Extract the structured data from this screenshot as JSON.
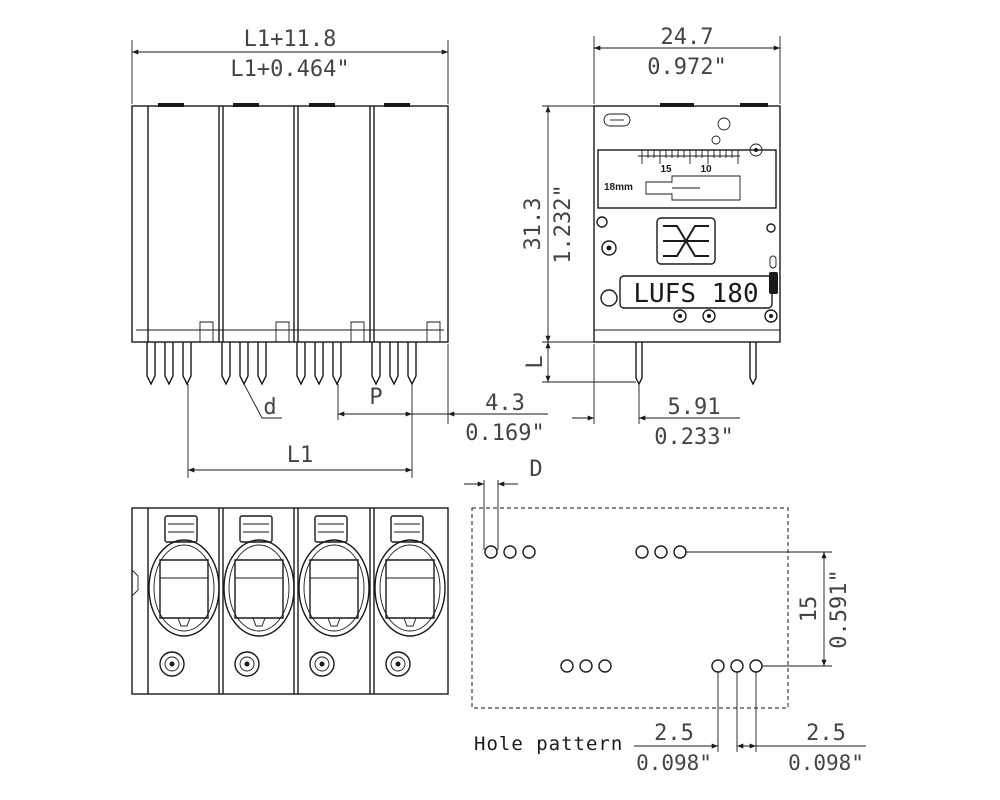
{
  "front_view": {
    "width_mm": "L1+11.8",
    "width_in": "L1+0.464\"",
    "pin_label": "d",
    "pitch_label": "P",
    "offset_mm": "4.3",
    "offset_in": "0.169\"",
    "length_label": "L1"
  },
  "side_view": {
    "width_mm": "24.7",
    "width_in": "0.972\"",
    "height_mm": "31.3",
    "height_in": "1.232\"",
    "pin_length_label": "L",
    "pin_offset_mm": "5.91",
    "pin_offset_in": "0.233\"",
    "scale_15": "15",
    "scale_10": "10",
    "strip_length": "18mm",
    "brand_text": "LUFS 180"
  },
  "hole_pattern": {
    "diameter_label": "D",
    "row_spacing_mm": "15",
    "row_spacing_in": "0.591\"",
    "pin_spacing_left_mm": "2.5",
    "pin_spacing_left_in": "0.098\"",
    "pin_spacing_right_mm": "2.5",
    "pin_spacing_right_in": "0.098\"",
    "caption": "Hole pattern"
  }
}
